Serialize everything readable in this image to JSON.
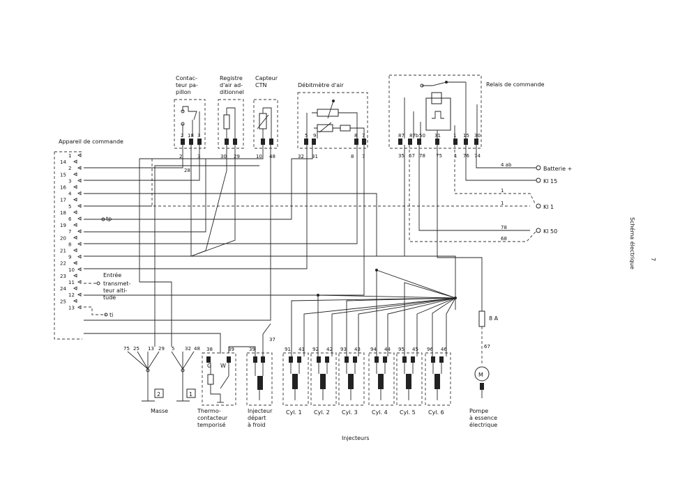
{
  "side_title": "Schéma électrique",
  "page_number": "7",
  "ecu": {
    "title": "Appareil de commande",
    "pins": [
      "1",
      "14",
      "2",
      "15",
      "3",
      "16",
      "4",
      "17",
      "5",
      "18",
      "6",
      "19",
      "7",
      "20",
      "8",
      "21",
      "9",
      "22",
      "10",
      "23",
      "11",
      "24",
      "12",
      "25",
      "13"
    ],
    "tp": "tp",
    "ti": "ti",
    "altitude": [
      "Entrée",
      "transmet-",
      "teur alti-",
      "tude"
    ]
  },
  "components": {
    "throttle": {
      "title": [
        "Contac-",
        "teur pa-",
        "pillon"
      ],
      "pins": [
        "2",
        "18",
        "3"
      ],
      "wires": [
        "2",
        "28",
        "3"
      ]
    },
    "aux_air": {
      "title": [
        "Registre",
        "d'air ad-",
        "ditionnel"
      ],
      "wires": [
        "30",
        "29"
      ]
    },
    "ctn": {
      "title": [
        "Capteur",
        "CTN"
      ],
      "wires": [
        "10",
        "48"
      ]
    },
    "airflow": {
      "title": "Débitmètre d'air",
      "pins": [
        "5",
        "9",
        "8",
        "7"
      ],
      "wires": [
        "32",
        "31",
        "8",
        "7"
      ]
    },
    "relay": {
      "title": "Relais de commande",
      "pins": [
        "87",
        "87b",
        "50",
        "31",
        "1",
        "15",
        "30"
      ],
      "wires": [
        "35",
        "67",
        "78",
        "75",
        "1",
        "76",
        "74"
      ]
    }
  },
  "battery": {
    "label": "Batterie +",
    "wire": "4 ab"
  },
  "kl15": {
    "label": "Kl 15"
  },
  "kl1": {
    "label": "Kl 1",
    "wires": [
      "1",
      "1"
    ]
  },
  "kl50": {
    "label": "Kl 50",
    "wires": [
      "78",
      "68"
    ]
  },
  "fuse": {
    "label": "8 A"
  },
  "pump": {
    "wire": "67",
    "motor": "M",
    "label": [
      "Pompe",
      "à essence",
      "électrique"
    ]
  },
  "ground": {
    "wires": [
      "75",
      "25",
      "13",
      "29",
      "5",
      "32",
      "48"
    ],
    "mark1": "2",
    "mark2": "1",
    "label": "Masse"
  },
  "thermo": {
    "wires": [
      "38",
      "39"
    ],
    "g": "G",
    "w": "W",
    "label": [
      "Thermo-",
      "contacteur",
      "temporisé"
    ]
  },
  "cold_start": {
    "wires": [
      "39",
      "37"
    ],
    "label": [
      "Injecteur",
      "départ",
      "à froid"
    ]
  },
  "injectors": {
    "title": "Injecteurs",
    "cyl": [
      {
        "label": "Cyl. 1",
        "wires": [
          "91",
          "41"
        ]
      },
      {
        "label": "Cyl. 2",
        "wires": [
          "92",
          "42"
        ]
      },
      {
        "label": "Cyl. 3",
        "wires": [
          "93",
          "43"
        ]
      },
      {
        "label": "Cyl. 4",
        "wires": [
          "94",
          "44"
        ]
      },
      {
        "label": "Cyl. 5",
        "wires": [
          "95",
          "45"
        ]
      },
      {
        "label": "Cyl. 6",
        "wires": [
          "96",
          "46"
        ]
      }
    ]
  }
}
